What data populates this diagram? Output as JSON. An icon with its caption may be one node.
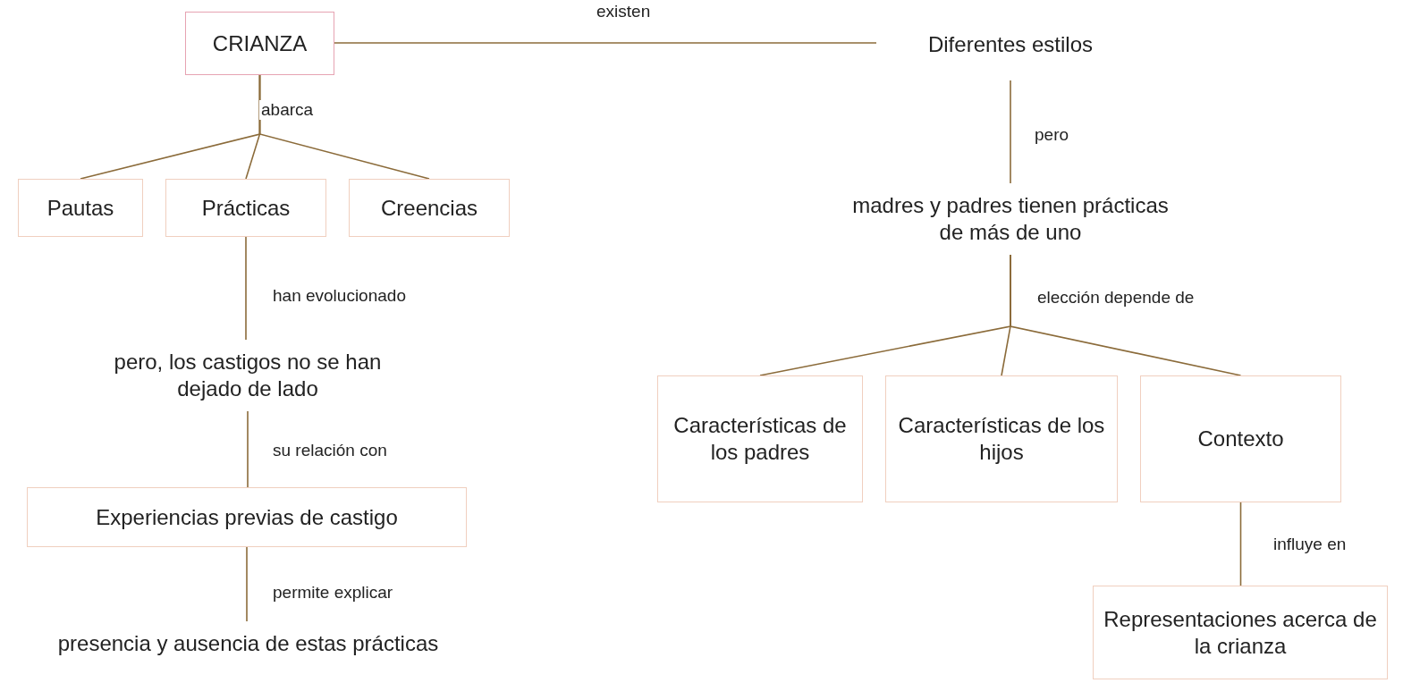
{
  "diagram": {
    "nodes": [
      {
        "text": [
          "CRIANZA"
        ]
      },
      {
        "text": [
          "Pautas"
        ]
      },
      {
        "text": [
          "Prácticas"
        ]
      },
      {
        "text": [
          "Creencias"
        ]
      },
      {
        "text": [
          "pero, los castigos no se han dejado de lado"
        ]
      },
      {
        "text": [
          "Experiencias previas de castigo"
        ]
      },
      {
        "text": [
          "presencia y ausencia de estas prácticas"
        ]
      },
      {
        "text": [
          "Diferentes estilos"
        ]
      },
      {
        "text": [
          "madres y padres tienen prácticas de más de uno"
        ]
      },
      {
        "text": [
          "Características de los padres"
        ]
      },
      {
        "text": [
          "Características de los hijos"
        ]
      },
      {
        "text": [
          "Contexto"
        ]
      },
      {
        "text": [
          "Representaciones acerca de la crianza"
        ]
      }
    ],
    "edges": [
      {
        "from": 0,
        "to": 1,
        "arrow": "none"
      },
      {
        "from": 0,
        "to": 2,
        "arrow": "none",
        "label": "abarca"
      },
      {
        "from": 0,
        "to": 3,
        "arrow": "none"
      },
      {
        "from": 2,
        "to": 4,
        "arrow": "none",
        "label": "han evolucionado"
      },
      {
        "from": 4,
        "to": 5,
        "arrow": "none",
        "label": "su relación con"
      },
      {
        "from": 5,
        "to": 6,
        "arrow": "none",
        "label": "permite explicar"
      },
      {
        "from": 0,
        "to": 7,
        "arrow": "none",
        "label": "existen"
      },
      {
        "from": 7,
        "to": 8,
        "arrow": "none",
        "label": "pero"
      },
      {
        "from": 8,
        "to": 9,
        "arrow": "none"
      },
      {
        "from": 8,
        "to": 10,
        "arrow": "none",
        "label": "elección depende de"
      },
      {
        "from": 8,
        "to": 11,
        "arrow": "none"
      },
      {
        "from": 11,
        "to": 12,
        "arrow": "none",
        "label": "influye en"
      }
    ]
  }
}
